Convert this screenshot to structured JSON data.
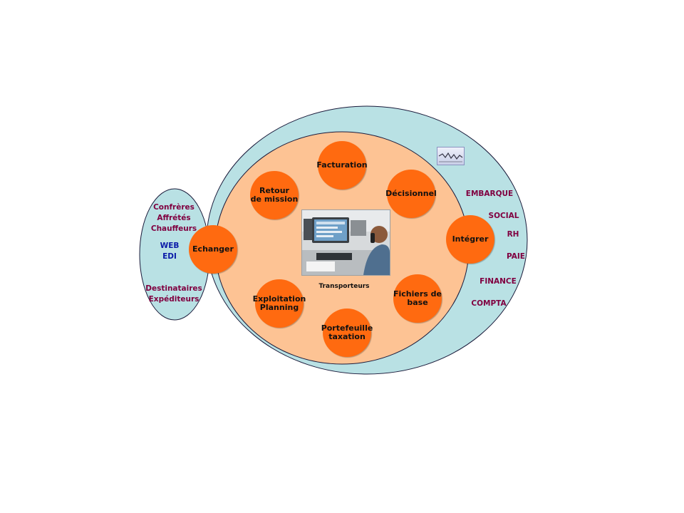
{
  "center_caption": "Transporteurs",
  "nodes": {
    "facturation": "Facturation",
    "retour": "Retour\nde mission",
    "decisionnel": "Décisionnel",
    "integrer": "Intégrer",
    "fichiers": "Fichiers de\nbase",
    "portefeuille": "Portefeuille\ntaxation",
    "exploitation": "Exploitation\nPlanning",
    "echanger": "Echanger"
  },
  "left_group": {
    "top": "Confrères\nAffrétés\nChauffeurs",
    "middle": "WEB\nEDI",
    "bottom": "Destinataires\nExpéditeurs"
  },
  "right_labels": [
    "EMBARQUE",
    "SOCIAL",
    "RH",
    "PAIE",
    "FINANCE",
    "COMPTA"
  ],
  "colors": {
    "outer_ellipse": "#b9e1e4",
    "inner_ellipse": "#fdc394",
    "node": "#ff6a10",
    "label_text": "#800040",
    "web_edi_text": "#0a1aa8"
  },
  "icons": [
    "photo-dispatcher",
    "chart-icon"
  ]
}
